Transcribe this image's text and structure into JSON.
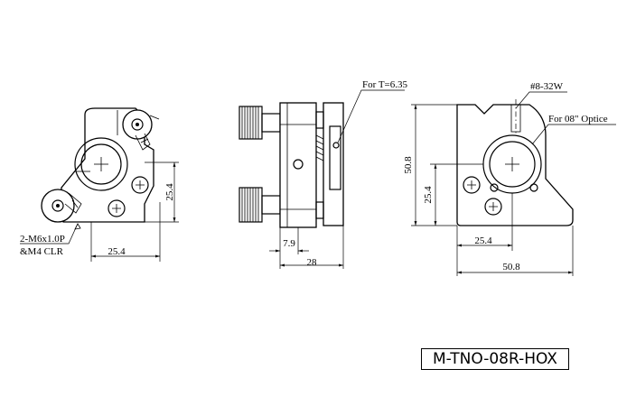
{
  "drawing": {
    "model_number": "M-TNO-08R-HOX",
    "front_view": {
      "note_line1": "2-M6x1.0P",
      "note_line2": "&M4 CLR",
      "dim_horizontal": "25.4",
      "dim_vertical": "25.4"
    },
    "side_view": {
      "note": "For T=6.35",
      "dim_small": "7.9",
      "dim_overall": "28"
    },
    "rear_view": {
      "note_thread": "#8-32W",
      "note_optic": "For 08\" Optice",
      "dim_height": "50.8",
      "dim_vertical": "25.4",
      "dim_horizontal": "25.4",
      "dim_width": "50.8"
    }
  }
}
